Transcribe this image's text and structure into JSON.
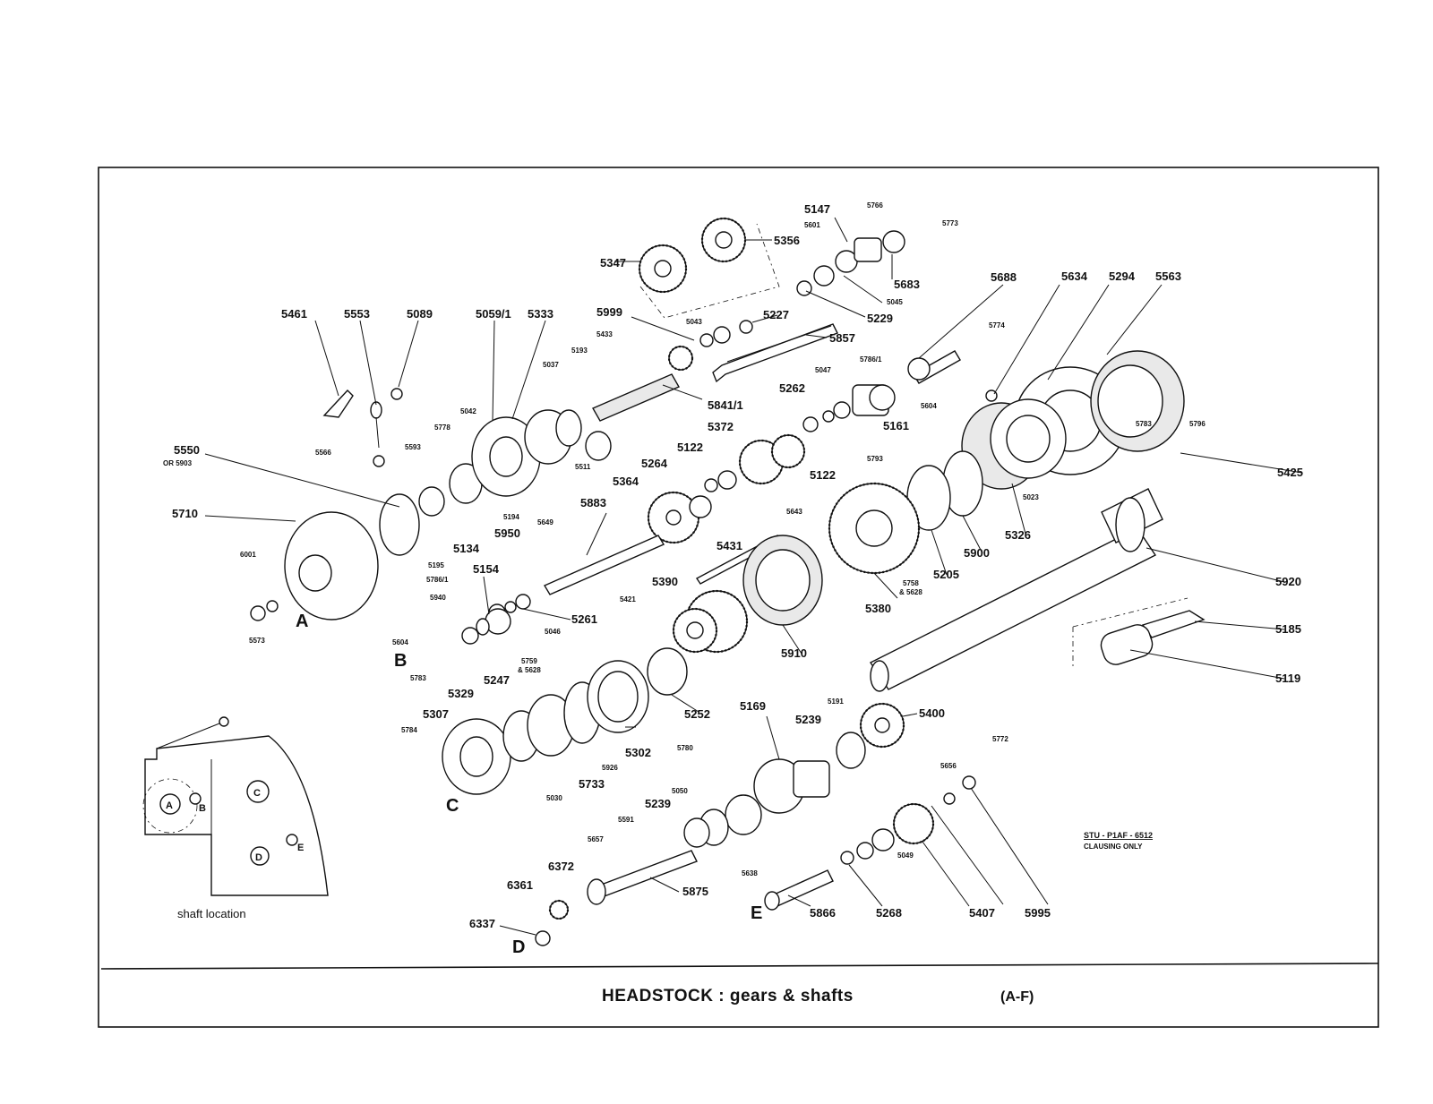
{
  "title": "HEADSTOCK : gears & shafts",
  "title_range": "(A-F)",
  "doc_ref": "STU - P1AF - 6512",
  "doc_note": "CLAUSING ONLY",
  "inset": {
    "caption": "shaft location",
    "markers": [
      "A",
      "B",
      "C",
      "D",
      "E"
    ]
  },
  "group_letters": [
    "A",
    "B",
    "C",
    "D",
    "E"
  ],
  "part_numbers": [
    "5147",
    "5766",
    "5773",
    "5356",
    "5601",
    "5347",
    "5683",
    "5045",
    "5229",
    "5043",
    "5227",
    "5999",
    "5857",
    "5688",
    "5774",
    "5634",
    "5294",
    "5563",
    "5461",
    "5553",
    "5089",
    "5059/1",
    "5333",
    "5433",
    "5193",
    "5037",
    "5042",
    "5778",
    "5511",
    "5841/1",
    "5786/1",
    "5047",
    "5262",
    "5604",
    "5161",
    "5550",
    "OR 5903",
    "5566",
    "5593",
    "5372",
    "5122",
    "5122",
    "5264",
    "5793",
    "5783",
    "5796",
    "5425",
    "5364",
    "5883",
    "5950",
    "5194",
    "5134",
    "5195",
    "5649",
    "5643",
    "5023",
    "5710",
    "6001",
    "5431",
    "5326",
    "5900",
    "5920",
    "5154",
    "5786/1",
    "5940",
    "5205",
    "5758",
    "& 5628",
    "5380",
    "5573",
    "5421",
    "5261",
    "5046",
    "5390",
    "5910",
    "5185",
    "5604",
    "5783",
    "5119",
    "5759",
    "& 5628",
    "5329",
    "5247",
    "5307",
    "5252",
    "5784",
    "5302",
    "5926",
    "5733",
    "5030",
    "5169",
    "5191",
    "5239",
    "5400",
    "5772",
    "5780",
    "5050",
    "5656",
    "5239",
    "5591",
    "5657",
    "6372",
    "5875",
    "5049",
    "6361",
    "5638",
    "6337",
    "5866",
    "5268",
    "5407",
    "5995"
  ]
}
